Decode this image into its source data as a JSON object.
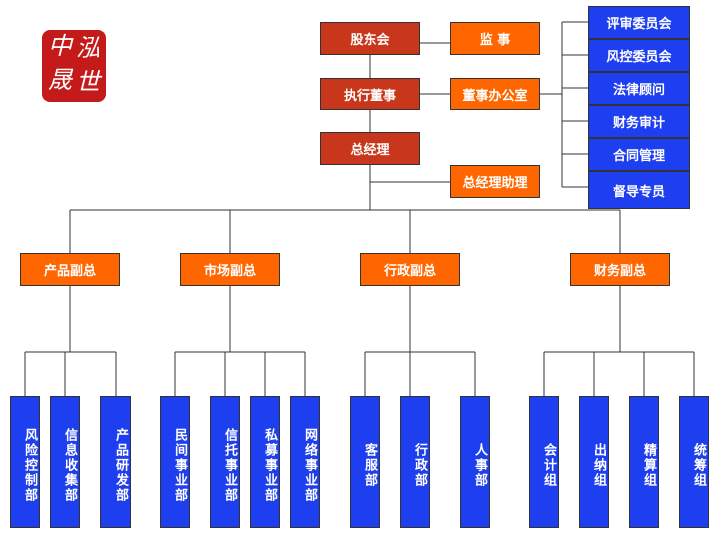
{
  "logo": {
    "chars": [
      "中",
      "泓",
      "晟",
      "世"
    ],
    "color": "#c41a1a"
  },
  "colors": {
    "executive": "#c8371c",
    "orange": "#ff6600",
    "blue": "#1e3ff0"
  },
  "top": {
    "shareholders": "股东会",
    "supervisor": "监  事",
    "executive_director": "执行董事",
    "board_office": "董事办公室",
    "general_manager": "总经理",
    "gm_assistant": "总经理助理"
  },
  "committees": [
    "评审委员会",
    "风控委员会",
    "法律顾问",
    "财务审计",
    "合同管理",
    "督导专员"
  ],
  "vice_presidents": [
    "产品副总",
    "市场副总",
    "行政副总",
    "财务副总"
  ],
  "departments": {
    "product": [
      "风险控制部",
      "信息收集部",
      "产品研发部"
    ],
    "market": [
      "民间事业部",
      "信托事业部",
      "私募事业部",
      "网络事业部"
    ],
    "admin": [
      "客服部",
      "行政部",
      "人事部"
    ],
    "finance": [
      "会计组",
      "出纳组",
      "精算组",
      "统筹组"
    ]
  }
}
